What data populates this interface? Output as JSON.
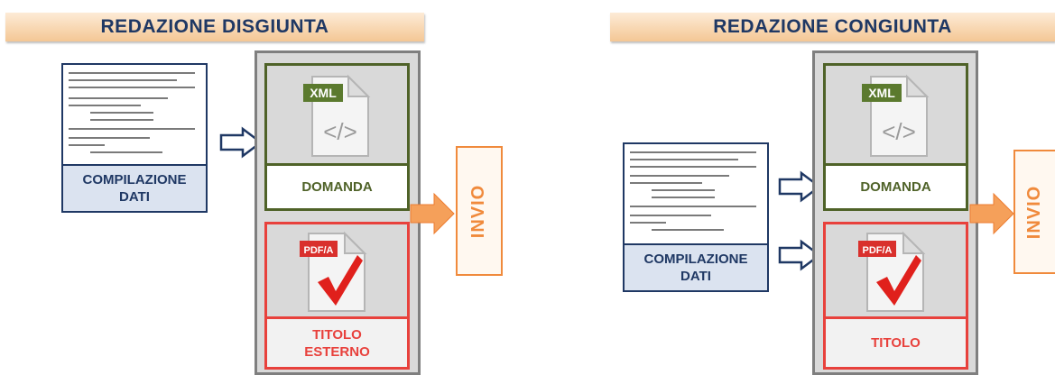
{
  "left": {
    "title": "REDAZIONE DISGIUNTA",
    "doc_label": "COMPILAZIONE DATI",
    "domanda_label": "DOMANDA",
    "titolo_label": "TITOLO ESTERNO",
    "invio_label": "INVIO",
    "xml_badge": "XML",
    "pdf_badge": "PDF/A"
  },
  "right": {
    "title": "REDAZIONE CONGIUNTA",
    "doc_label": "COMPILAZIONE DATI",
    "domanda_label": "DOMANDA",
    "titolo_label": "TITOLO",
    "invio_label": "INVIO",
    "xml_badge": "XML",
    "pdf_badge": "PDF/A"
  },
  "colors": {
    "banner_text": "#1f3864",
    "domanda_border": "#4f6228",
    "titolo_border": "#e8413c",
    "invio": "#f08a3c",
    "panel_border": "#7f7f7f"
  }
}
